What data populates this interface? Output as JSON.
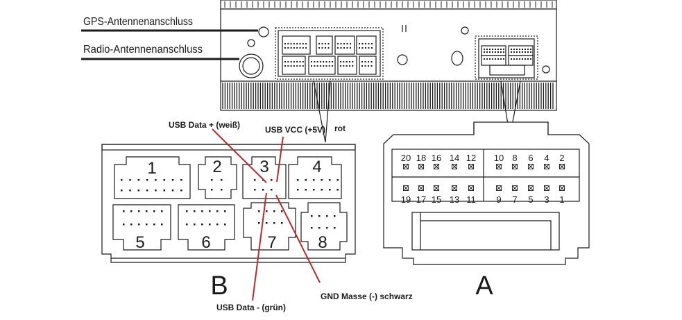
{
  "labels": {
    "gps": "GPS-Antennenanschluss",
    "radio": "Radio-Antennenanschluss",
    "usb_data_plus": "USB Data + (weiß)",
    "usb_vcc": "USB VCC (+5V)",
    "usb_vcc_color": "rot",
    "usb_data_minus": "USB Data -  (grün)",
    "gnd": "GND Masse (-)  schwarz",
    "connector_b": "B",
    "connector_a": "A"
  },
  "connector_b": {
    "ports": [
      "1",
      "2",
      "3",
      "4",
      "5",
      "6",
      "7",
      "8"
    ]
  },
  "connector_a": {
    "top_row": [
      "20",
      "18",
      "16",
      "14",
      "12",
      "10",
      "8",
      "6",
      "4",
      "2"
    ],
    "bottom_row": [
      "19",
      "17",
      "15",
      "13",
      "11",
      "9",
      "7",
      "5",
      "3",
      "1"
    ]
  },
  "colors": {
    "line": "#1a1a1a",
    "wire": "#b52a2a",
    "background": "#ffffff"
  }
}
